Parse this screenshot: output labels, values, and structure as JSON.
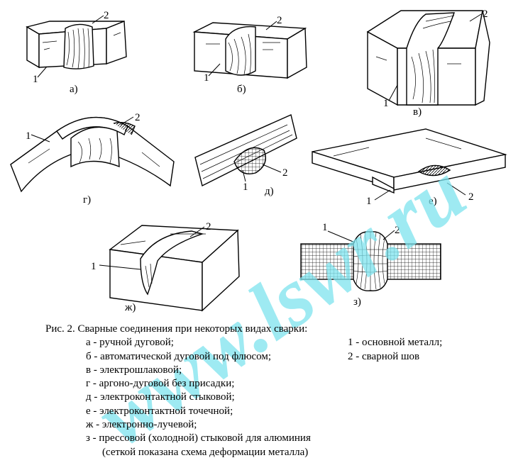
{
  "figure": {
    "panels": [
      {
        "letter": "а)",
        "labels": [
          "1",
          "2"
        ]
      },
      {
        "letter": "б)",
        "labels": [
          "1",
          "2"
        ]
      },
      {
        "letter": "в)",
        "labels": [
          "1",
          "2"
        ]
      },
      {
        "letter": "г)",
        "labels": [
          "1",
          "2"
        ]
      },
      {
        "letter": "д)",
        "labels": [
          "1",
          "2"
        ]
      },
      {
        "letter": "е)",
        "labels": [
          "1",
          "2"
        ]
      },
      {
        "letter": "ж)",
        "labels": [
          "1",
          "2"
        ]
      },
      {
        "letter": "з)",
        "labels": [
          "1",
          "2"
        ]
      }
    ],
    "watermark": "www.lswr.ru",
    "watermark_color": "#7ee3ee"
  },
  "caption": {
    "title": "Рис. 2.  Сварные соединения при некоторых видах сварки:",
    "items": [
      "а - ручной дуговой;",
      "б - автоматической дуговой под флюсом;",
      "в - электрошлаковой;",
      "г - аргоно-дуговой без присадки;",
      "д - электроконтактной стыковой;",
      "е - электроконтактной точечной;",
      "ж - электронно-лучевой;",
      "з - прессовой (холодной) стыковой для алюминия"
    ],
    "note": "(сеткой показана схема деформации металла)",
    "legend": [
      "1 - основной металл;",
      "2 - сварной шов"
    ]
  }
}
